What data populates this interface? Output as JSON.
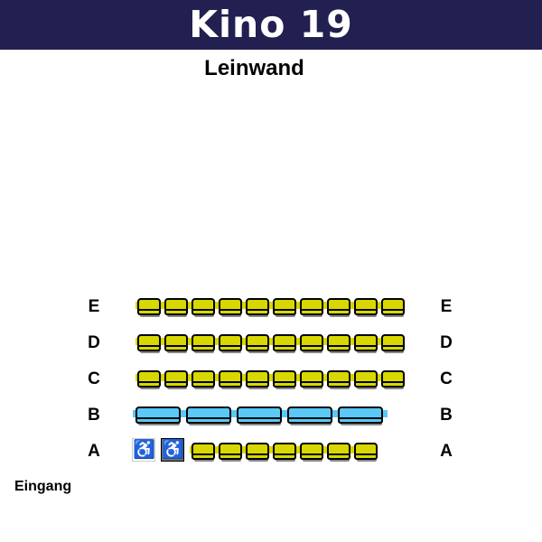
{
  "header": {
    "title": "Kino 19"
  },
  "screen_label": "Leinwand",
  "entrance_label": "Eingang",
  "colors": {
    "header": "#212050",
    "standard": "#d8d800",
    "double": "#5bc8f5",
    "wheelchair_free": "#d0d0d0",
    "wheelchair_taken": "#707070"
  },
  "rows": [
    {
      "label": "E",
      "type": "standard",
      "seats": 10
    },
    {
      "label": "D",
      "type": "standard",
      "seats": 10
    },
    {
      "label": "C",
      "type": "standard",
      "seats": 10
    },
    {
      "label": "B",
      "type": "double",
      "seats": 5
    },
    {
      "label": "A",
      "type": "standard",
      "seats": 7,
      "wheelchair": [
        "free",
        "taken"
      ]
    }
  ]
}
